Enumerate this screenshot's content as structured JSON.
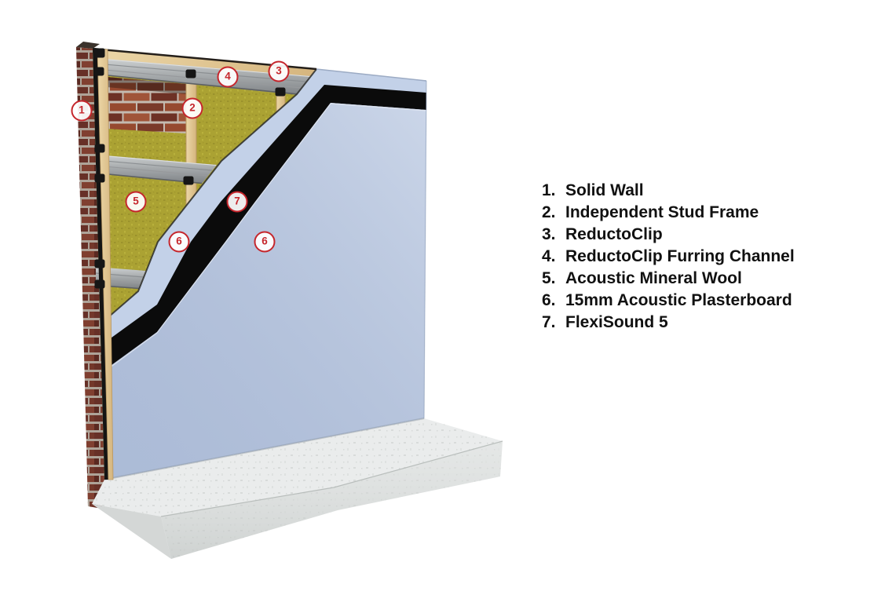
{
  "diagram": {
    "name": "soundproof-wall-system-cutaway",
    "description_labels": [
      "brick solid wall",
      "timber stud frame",
      "mineral wool",
      "furring channels",
      "clips",
      "flexisound membrane",
      "acoustic plasterboard",
      "concrete floor slab"
    ]
  },
  "legend": {
    "items": [
      {
        "num": "1.",
        "label": "Solid Wall"
      },
      {
        "num": "2.",
        "label": "Independent Stud Frame"
      },
      {
        "num": "3.",
        "label": "ReductoClip"
      },
      {
        "num": "4.",
        "label": "ReductoClip Furring Channel"
      },
      {
        "num": "5.",
        "label": "Acoustic Mineral Wool"
      },
      {
        "num": "6.",
        "label": "15mm Acoustic Plasterboard"
      },
      {
        "num": "7.",
        "label": "FlexiSound 5"
      }
    ]
  },
  "callouts": [
    {
      "num": "1"
    },
    {
      "num": "2"
    },
    {
      "num": "3"
    },
    {
      "num": "4"
    },
    {
      "num": "5"
    },
    {
      "num": "6"
    },
    {
      "num": "7"
    },
    {
      "num": "6"
    }
  ],
  "colors": {
    "callout_red": "#c5262c",
    "wool": "#aba233",
    "wool_dark": "#8e8526",
    "plasterboard": "#b7c6e0",
    "plasterboard_light": "#c3d1e8",
    "flexisound": "#0b0b0b",
    "membrane": "#141414",
    "timber": "#e4cb97",
    "timber_dark": "#c4a06b",
    "channel_gray": "#a9adaf",
    "clip_black": "#161616",
    "brick": "#8a4231",
    "mortar": "#c4bab0",
    "concrete_top": "#eaecec",
    "concrete_front": "#e0e3e2",
    "background": "#ffffff"
  }
}
